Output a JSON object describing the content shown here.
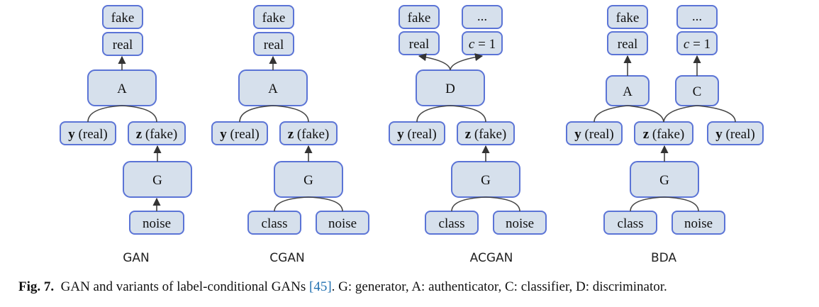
{
  "diagrams": [
    {
      "title": "GAN",
      "nodes": [
        {
          "id": "fake",
          "text": "fake"
        },
        {
          "id": "real",
          "text": "real"
        },
        {
          "id": "A",
          "text": "A"
        },
        {
          "id": "y",
          "text": "y",
          "suffix": " (real)"
        },
        {
          "id": "z",
          "text": "z",
          "suffix": " (fake)"
        },
        {
          "id": "G",
          "text": "G"
        },
        {
          "id": "noise",
          "text": "noise"
        }
      ]
    },
    {
      "title": "CGAN",
      "nodes": [
        {
          "id": "fake",
          "text": "fake"
        },
        {
          "id": "real",
          "text": "real"
        },
        {
          "id": "A",
          "text": "A"
        },
        {
          "id": "y",
          "text": "y",
          "suffix": " (real)"
        },
        {
          "id": "z",
          "text": "z",
          "suffix": " (fake)"
        },
        {
          "id": "G",
          "text": "G"
        },
        {
          "id": "class",
          "text": "class"
        },
        {
          "id": "noise",
          "text": "noise"
        }
      ]
    },
    {
      "title": "ACGAN",
      "nodes": [
        {
          "id": "fake",
          "text": "fake"
        },
        {
          "id": "dots",
          "text": "..."
        },
        {
          "id": "real",
          "text": "real"
        },
        {
          "id": "c1",
          "text": "c",
          "suffix": " = 1"
        },
        {
          "id": "D",
          "text": "D"
        },
        {
          "id": "y",
          "text": "y",
          "suffix": " (real)"
        },
        {
          "id": "z",
          "text": "z",
          "suffix": " (fake)"
        },
        {
          "id": "G",
          "text": "G"
        },
        {
          "id": "class",
          "text": "class"
        },
        {
          "id": "noise",
          "text": "noise"
        }
      ]
    },
    {
      "title": "BDA",
      "nodes": [
        {
          "id": "fake",
          "text": "fake"
        },
        {
          "id": "dots",
          "text": "..."
        },
        {
          "id": "real",
          "text": "real"
        },
        {
          "id": "c1",
          "text": "c",
          "suffix": " = 1"
        },
        {
          "id": "A",
          "text": "A"
        },
        {
          "id": "C",
          "text": "C"
        },
        {
          "id": "y1",
          "text": "y",
          "suffix": " (real)"
        },
        {
          "id": "z",
          "text": "z",
          "suffix": " (fake)"
        },
        {
          "id": "y2",
          "text": "y",
          "suffix": " (real)"
        },
        {
          "id": "G",
          "text": "G"
        },
        {
          "id": "class",
          "text": "class"
        },
        {
          "id": "noise",
          "text": "noise"
        }
      ]
    }
  ],
  "caption": {
    "fig_label": "Fig. 7.",
    "text_before_ref": "GAN and variants of label-conditional GANs ",
    "ref": "[45]",
    "text_after_ref": ". G: generator, A: authenticator, C: classifier, D: discriminator."
  },
  "colors": {
    "node_fill": "#d6e0ec",
    "node_stroke": "#5b74d6",
    "edge": "#444444",
    "ref_link": "#1f6fb0"
  }
}
